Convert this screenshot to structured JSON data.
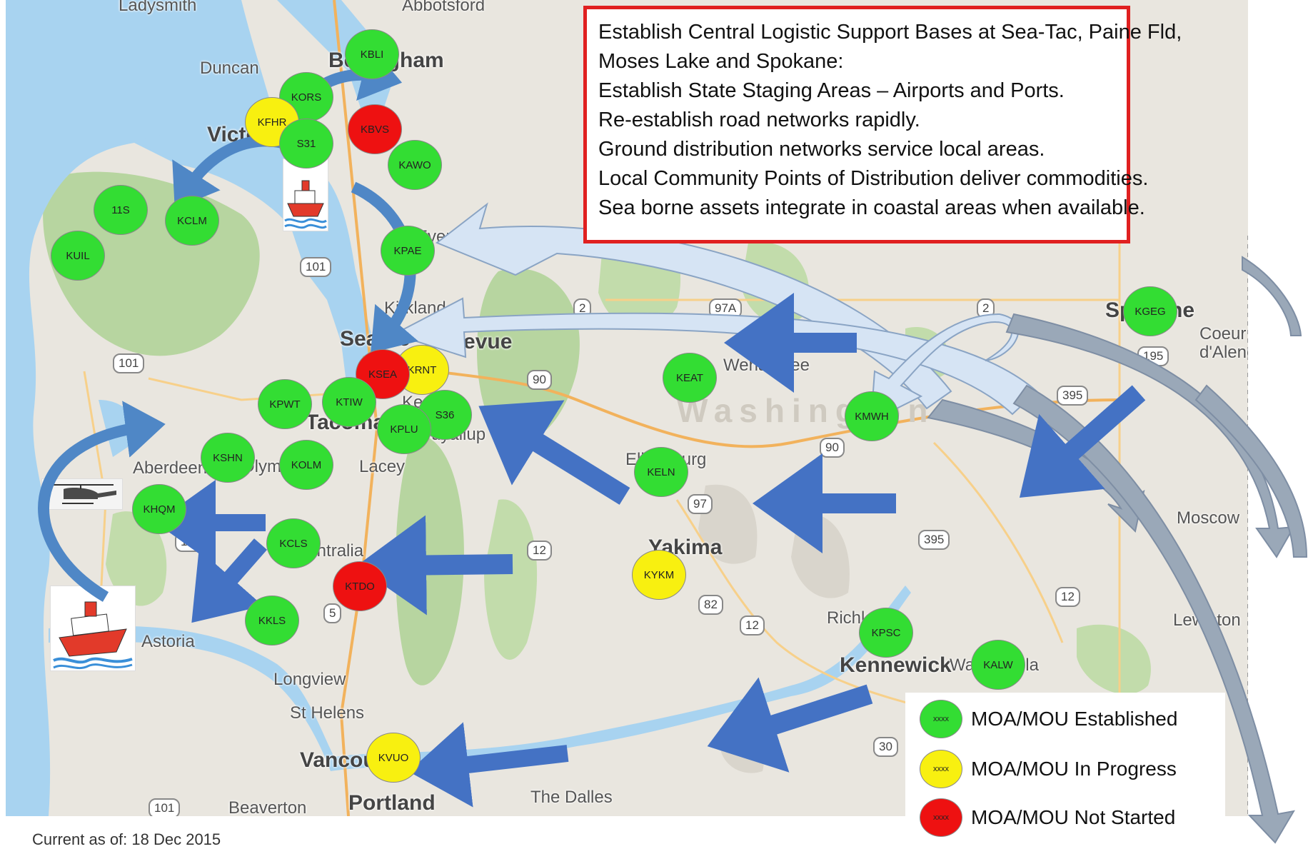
{
  "colors": {
    "established": "#33dd33",
    "in_progress": "#f8f010",
    "not_started": "#ee1111",
    "frame": "#e02020",
    "arrow_dark": "#4472c4",
    "arrow_light": "#d6e4f4",
    "arrow_grey": "#9aa8b8"
  },
  "info_box": {
    "lines": [
      "Establish Central Logistic Support Bases at Sea-Tac, Paine Fld,",
      "Moses Lake and Spokane:",
      "Establish State Staging Areas – Airports and Ports.",
      "Re-establish road networks rapidly.",
      "Ground distribution networks service local areas.",
      "Local Community Points of Distribution deliver commodities.",
      "Sea borne assets integrate in coastal areas when available."
    ]
  },
  "legend": {
    "items": [
      {
        "code": "xxxx",
        "label": "MOA/MOU Established",
        "status": "established"
      },
      {
        "code": "xxxx",
        "label": "MOA/MOU In Progress",
        "status": "in_progress"
      },
      {
        "code": "xxxx",
        "label": "MOA/MOU Not Started",
        "status": "not_started"
      }
    ]
  },
  "current_as_of": "Current as of: 18 Dec 2015",
  "map_labels": {
    "ladysmith": "Ladysmith",
    "abbotsford": "Abbotsford",
    "duncan": "Duncan",
    "bellingham": "Bellingham",
    "victoria": "Victoria",
    "everett": "Everett",
    "kirkland": "Kirkland",
    "seattle": "Seattle",
    "bellevue": "Bellevue",
    "kent": "Kent",
    "tacoma": "Tacoma",
    "puyallup": "Puyallup",
    "aberdeen": "Aberdeen",
    "olympia": "Olympia",
    "lacey": "Lacey",
    "centralia": "Centralia",
    "astoria": "Astoria",
    "longview": "Longview",
    "st_helens": "St Helens",
    "vancouver": "Vancouver",
    "beaverton": "Beaverton",
    "portland": "Portland",
    "the_dalles": "The Dalles",
    "wenatchee": "Wenatchee",
    "washington": "Washington",
    "ellensburg": "Ellensburg",
    "yakima": "Yakima",
    "richland": "Richland",
    "kennewick": "Kennewick",
    "walla_walla": "Walla Walla",
    "spokane": "Spokane",
    "coeur_dalene": "Coeur d'Alene",
    "moscow": "Moscow",
    "lewiston": "Lewiston"
  },
  "shields": {
    "i101a": "101",
    "i101b": "101",
    "i101c": "101",
    "i101d": "101",
    "us2a": "2",
    "us2b": "2",
    "r97a": "97A",
    "r97": "97",
    "i90a": "90",
    "i90b": "90",
    "i5": "5",
    "i82": "82",
    "r12a": "12",
    "r12b": "12",
    "r12c": "12",
    "r395a": "395",
    "r395b": "395",
    "r195": "195",
    "r30": "30"
  },
  "airports": [
    {
      "code": "KBLI",
      "status": "established"
    },
    {
      "code": "KORS",
      "status": "established"
    },
    {
      "code": "KFHR",
      "status": "in_progress"
    },
    {
      "code": "KBVS",
      "status": "not_started"
    },
    {
      "code": "S31",
      "status": "established"
    },
    {
      "code": "KAWO",
      "status": "established"
    },
    {
      "code": "11S",
      "status": "established"
    },
    {
      "code": "KCLM",
      "status": "established"
    },
    {
      "code": "KUIL",
      "status": "established"
    },
    {
      "code": "KPAE",
      "status": "established"
    },
    {
      "code": "KRNT",
      "status": "in_progress"
    },
    {
      "code": "KSEA",
      "status": "not_started"
    },
    {
      "code": "S36",
      "status": "established"
    },
    {
      "code": "KPLU",
      "status": "established"
    },
    {
      "code": "KTIW",
      "status": "established"
    },
    {
      "code": "KPWT",
      "status": "established"
    },
    {
      "code": "KSHN",
      "status": "established"
    },
    {
      "code": "KOLM",
      "status": "established"
    },
    {
      "code": "KHQM",
      "status": "established"
    },
    {
      "code": "KCLS",
      "status": "established"
    },
    {
      "code": "KTDO",
      "status": "not_started"
    },
    {
      "code": "KKLS",
      "status": "established"
    },
    {
      "code": "KVUO",
      "status": "in_progress"
    },
    {
      "code": "KEAT",
      "status": "established"
    },
    {
      "code": "KMWH",
      "status": "established"
    },
    {
      "code": "KELN",
      "status": "established"
    },
    {
      "code": "KYKM",
      "status": "in_progress"
    },
    {
      "code": "KPSC",
      "status": "established"
    },
    {
      "code": "KALW",
      "status": "established"
    },
    {
      "code": "KGEG",
      "status": "established"
    }
  ]
}
